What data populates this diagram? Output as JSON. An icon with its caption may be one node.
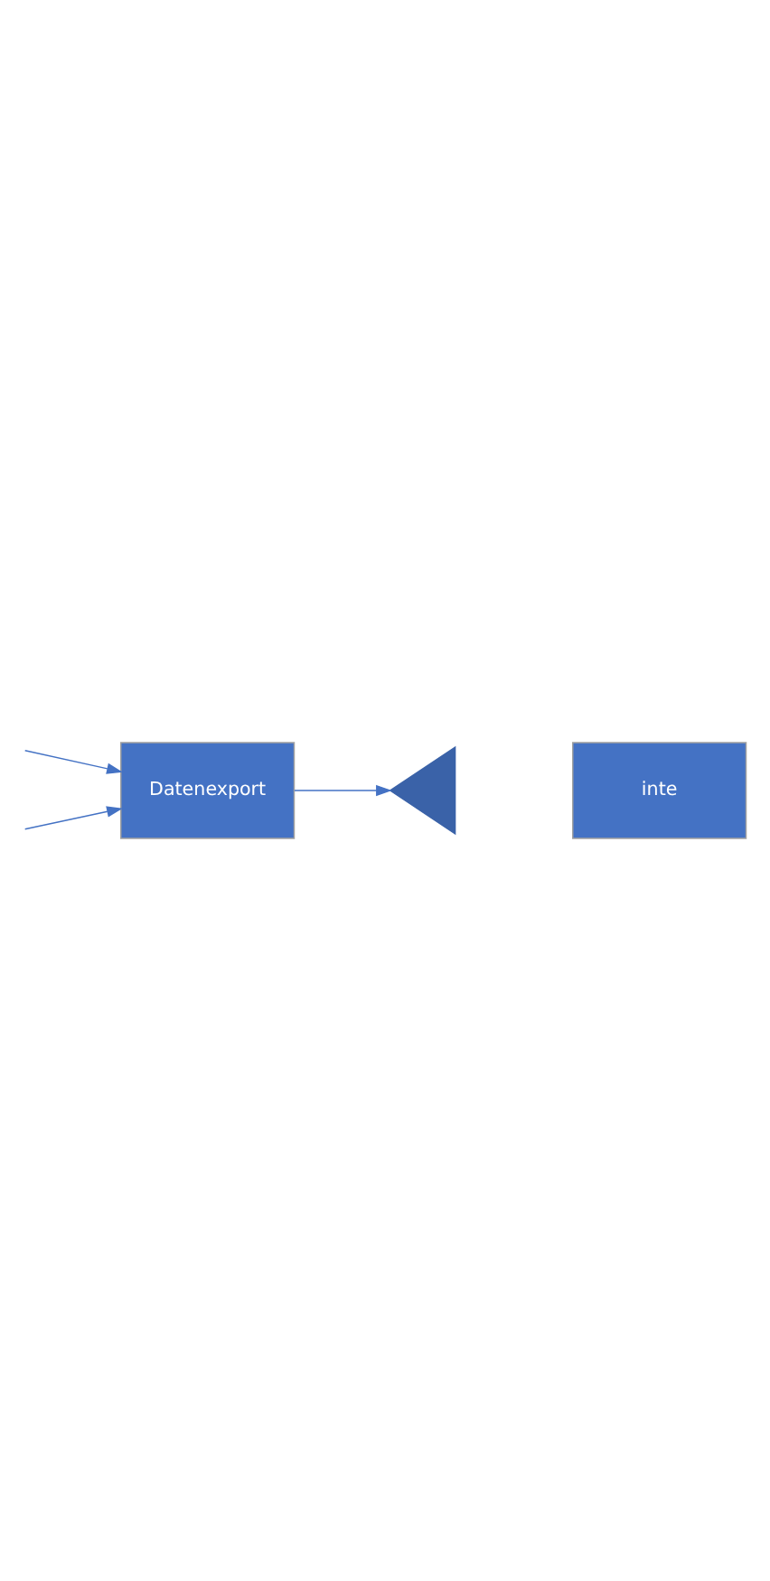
{
  "diagram": {
    "nodes": [
      {
        "text": [
          "Datenexport"
        ]
      },
      {
        "text": [],
        "shape": "triangle"
      },
      {
        "text": [
          "inte"
        ]
      }
    ],
    "edges": [
      {
        "from": null,
        "to": 0,
        "arrow": "to"
      },
      {
        "from": 0,
        "to": 1,
        "arrow": "to"
      },
      {
        "from": null,
        "to": 0,
        "arrow": "to"
      }
    ]
  }
}
